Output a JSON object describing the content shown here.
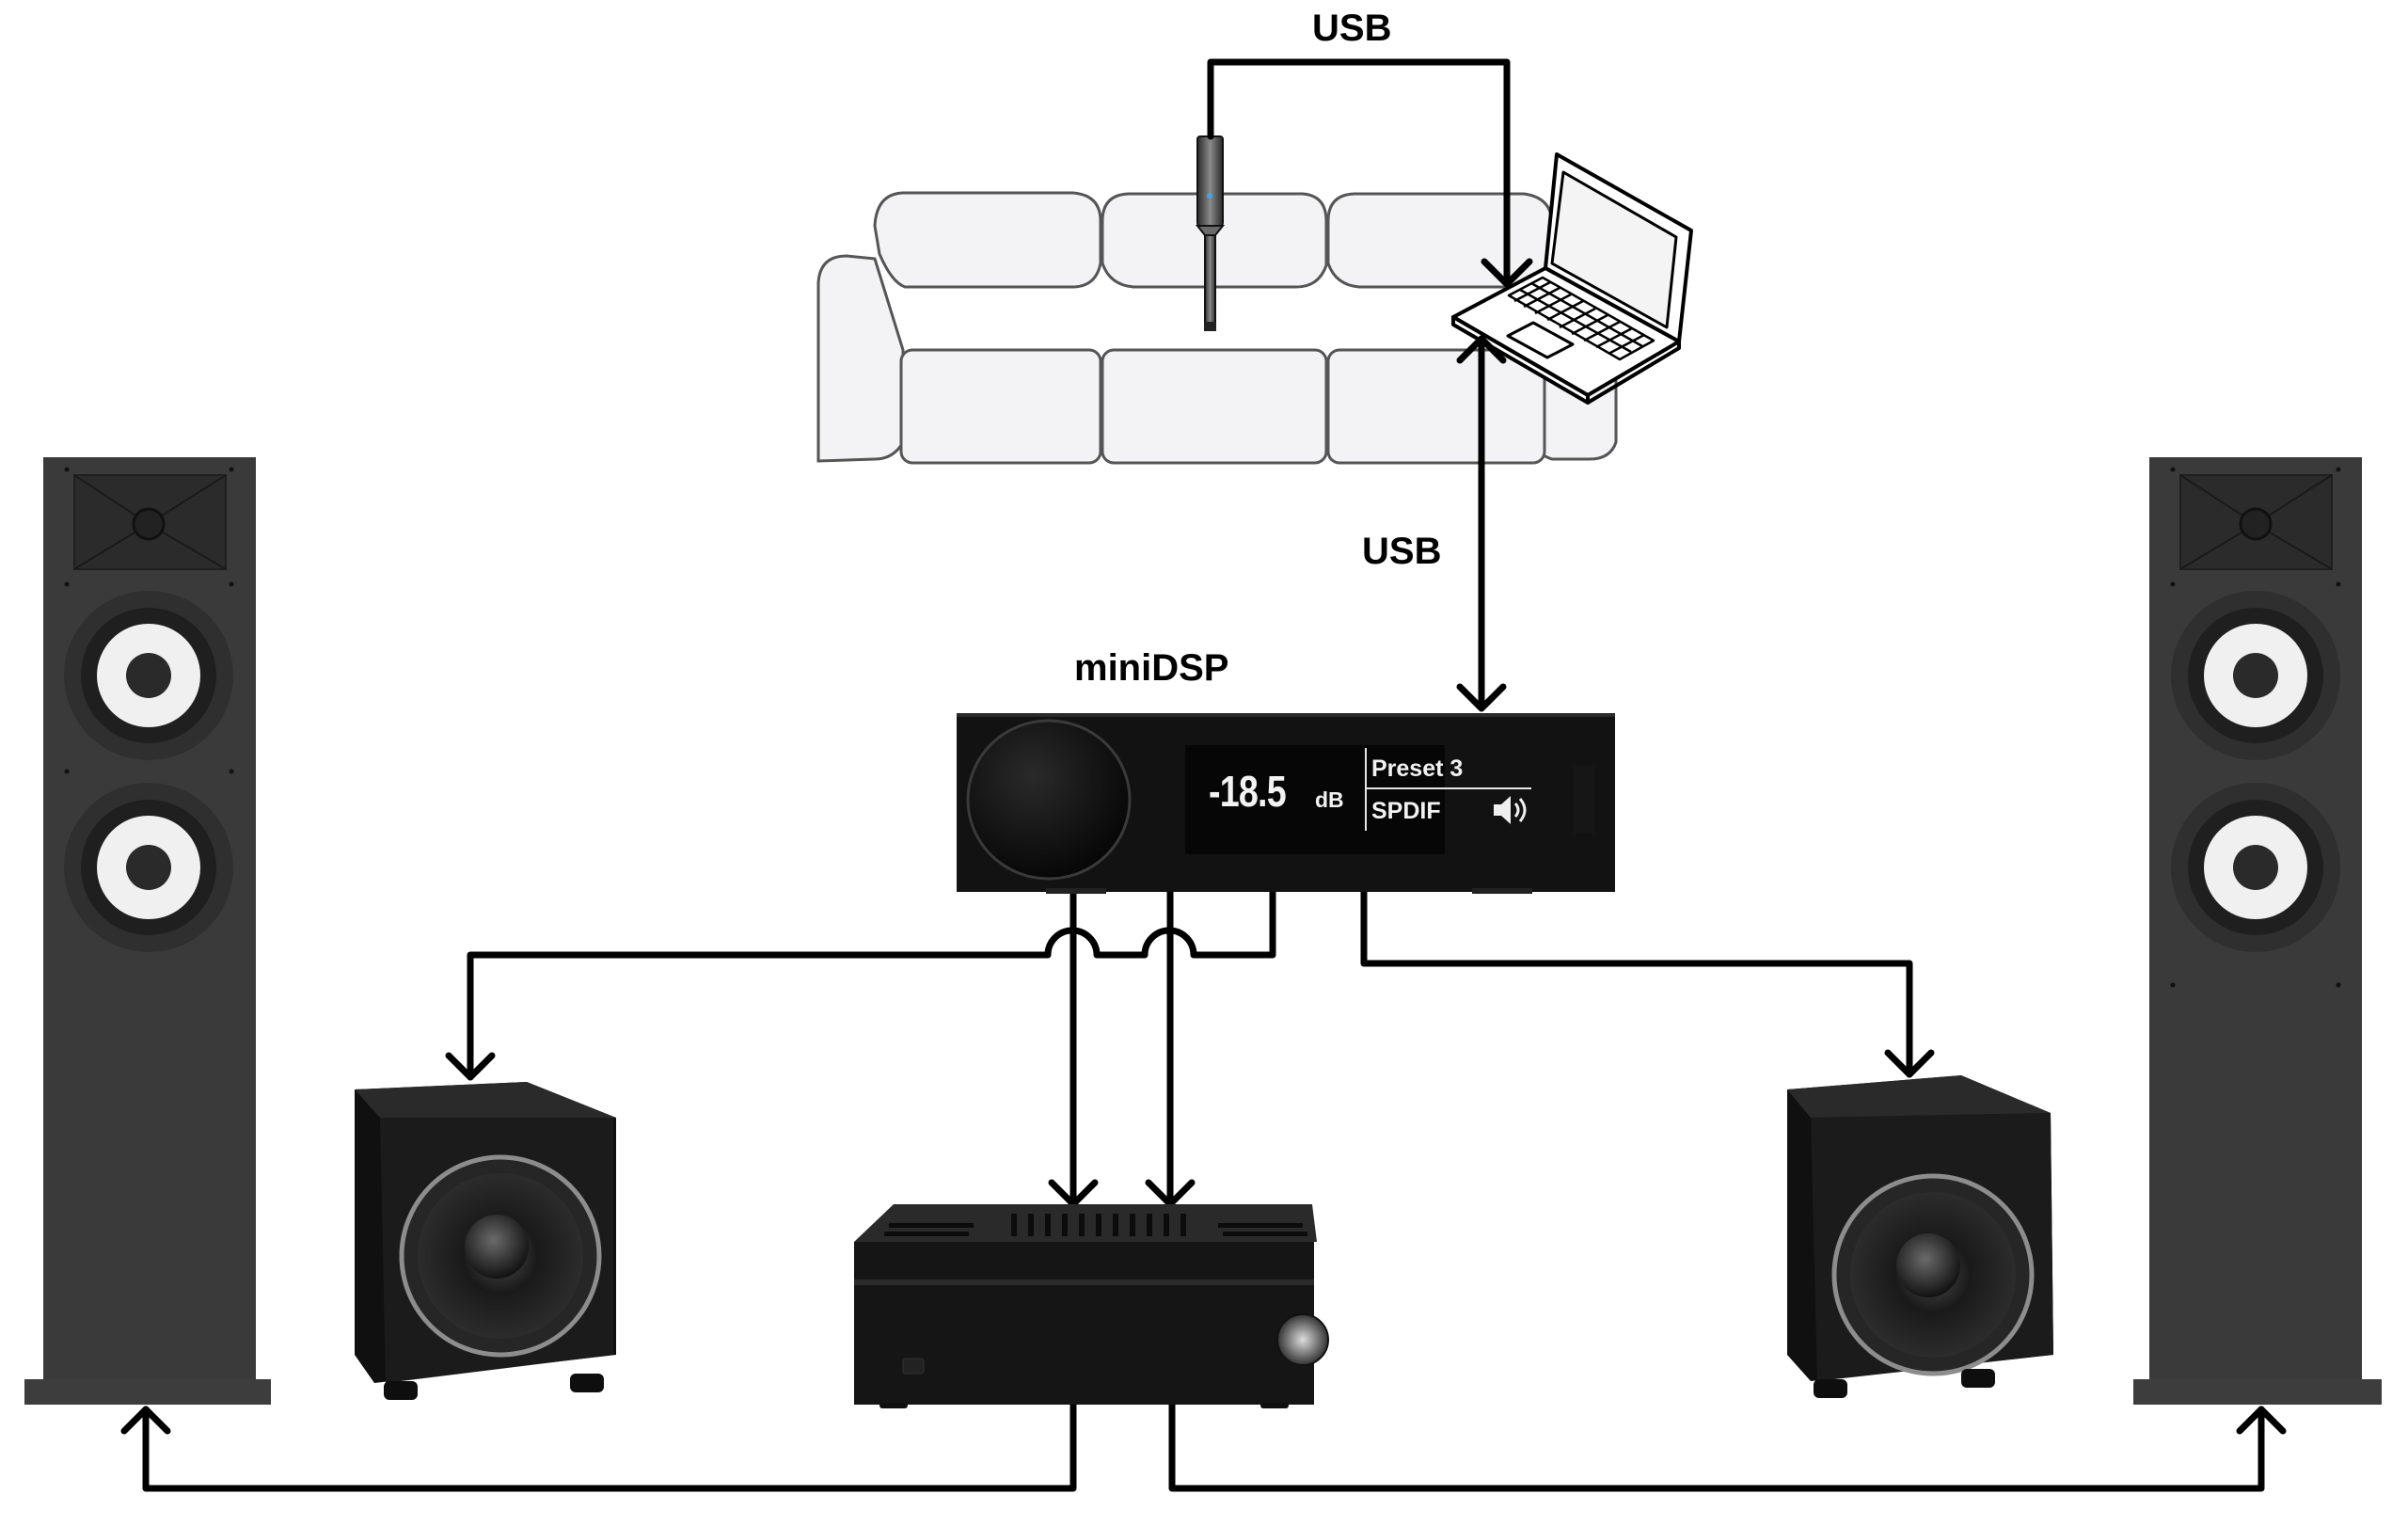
{
  "diagram": {
    "title": "miniDSP room correction setup",
    "labels": {
      "usb_top": "USB",
      "usb_side": "USB",
      "minidsp": "miniDSP"
    },
    "minidsp_display": {
      "volume": "-18.5",
      "volume_unit": "dB",
      "preset": "Preset 3",
      "input": "SPDIF",
      "speaker_icon": "speaker-volume-icon"
    },
    "devices": [
      {
        "id": "sofa",
        "name": "Sofa (listening position)"
      },
      {
        "id": "mic",
        "name": "Measurement microphone"
      },
      {
        "id": "laptop",
        "name": "Laptop"
      },
      {
        "id": "minidsp",
        "name": "miniDSP processor"
      },
      {
        "id": "amplifier",
        "name": "Stereo amplifier"
      },
      {
        "id": "left-tower",
        "name": "Left tower speaker"
      },
      {
        "id": "right-tower",
        "name": "Right tower speaker"
      },
      {
        "id": "left-sub",
        "name": "Left subwoofer"
      },
      {
        "id": "right-sub",
        "name": "Right subwoofer"
      }
    ],
    "connections": [
      {
        "from": "mic",
        "to": "laptop",
        "label": "USB"
      },
      {
        "from": "laptop",
        "to": "minidsp",
        "label": "USB",
        "bidirectional": true
      },
      {
        "from": "minidsp",
        "to": "left-sub",
        "label": ""
      },
      {
        "from": "minidsp",
        "to": "right-sub",
        "label": ""
      },
      {
        "from": "minidsp",
        "to": "amplifier",
        "label": "",
        "count": 2
      },
      {
        "from": "amplifier",
        "to": "left-tower",
        "label": ""
      },
      {
        "from": "amplifier",
        "to": "right-tower",
        "label": ""
      }
    ],
    "colors": {
      "background": "#ffffff",
      "wire": "#000000",
      "speaker_body": "#3a3a3a",
      "device_black": "#121212",
      "sofa_fill": "#f3f3f5",
      "sofa_outline": "#555555",
      "woofer_cone": "#f0f0f0",
      "lcd_text": "#f2f2f2"
    }
  }
}
